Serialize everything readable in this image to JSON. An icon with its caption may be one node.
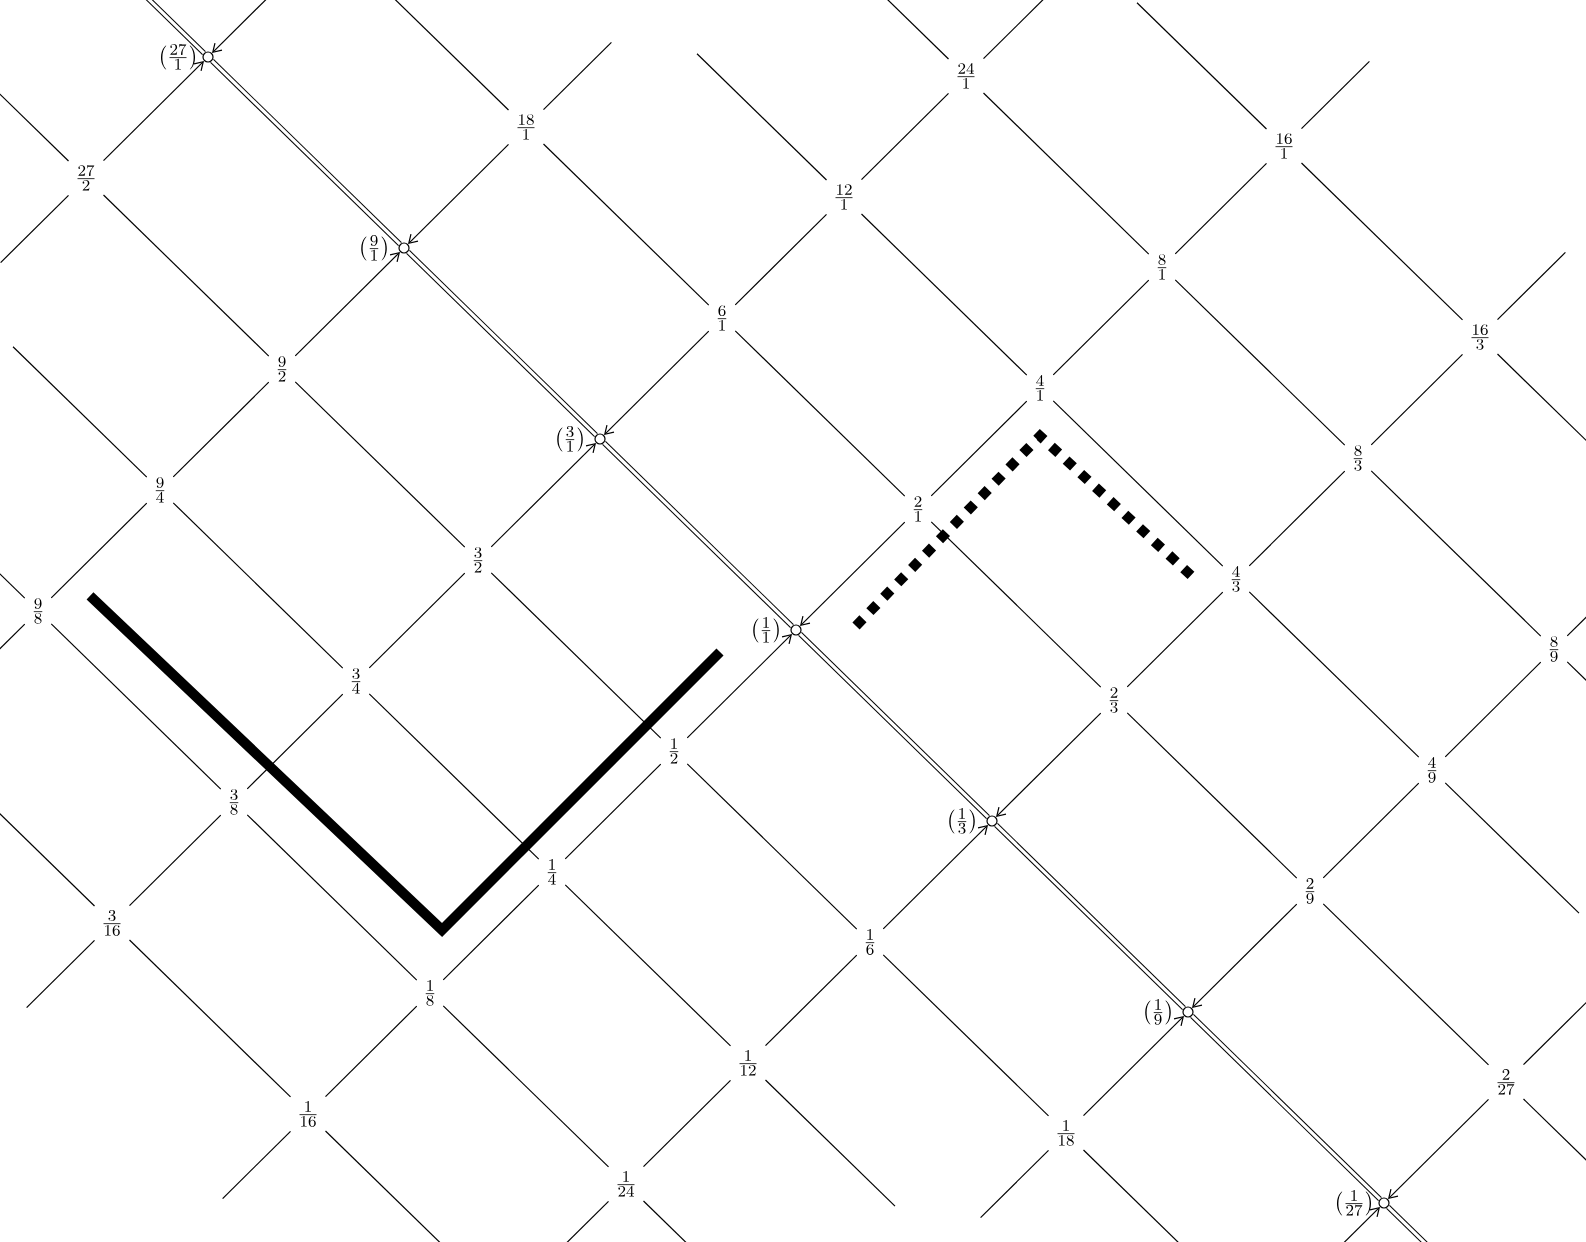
{
  "diagram": {
    "nodes": [
      {
        "text": [
          "\\left(\\frac{27}{1}\\right)"
        ]
      },
      {
        "text": [
          "\\frac{24}{1}"
        ]
      },
      {
        "text": [
          "\\frac{18}{1}"
        ]
      },
      {
        "text": [
          "\\frac{16}{1}"
        ]
      },
      {
        "text": [
          "\\frac{27}{2}"
        ]
      },
      {
        "text": [
          "\\frac{12}{1}"
        ]
      },
      {
        "text": [
          "\\left(\\frac{9}{1}\\right)"
        ]
      },
      {
        "text": [
          "\\frac{8}{1}"
        ]
      },
      {
        "text": [
          "\\frac{6}{1}"
        ]
      },
      {
        "text": [
          "\\frac{16}{3}"
        ]
      },
      {
        "text": [
          "\\frac{9}{2}"
        ]
      },
      {
        "text": [
          "\\frac{4}{1}"
        ]
      },
      {
        "text": [
          "\\left(\\frac{3}{1}\\right)"
        ]
      },
      {
        "text": [
          "\\frac{8}{3}"
        ]
      },
      {
        "text": [
          "\\frac{9}{4}"
        ]
      },
      {
        "text": [
          "\\frac{2}{1}"
        ]
      },
      {
        "text": [
          "\\frac{3}{2}"
        ]
      },
      {
        "text": [
          "\\frac{4}{3}"
        ]
      },
      {
        "text": [
          "\\frac{9}{8}"
        ]
      },
      {
        "text": [
          "\\left(\\frac{1}{1}\\right)"
        ]
      },
      {
        "text": [
          "\\frac{8}{9}"
        ]
      },
      {
        "text": [
          "\\frac{3}{4}"
        ]
      },
      {
        "text": [
          "\\frac{2}{3}"
        ]
      },
      {
        "text": [
          "\\frac{1}{2}"
        ]
      },
      {
        "text": [
          "\\frac{4}{9}"
        ]
      },
      {
        "text": [
          "\\frac{3}{8}"
        ]
      },
      {
        "text": [
          "\\left(\\frac{1}{3}\\right)"
        ]
      },
      {
        "text": [
          "\\frac{1}{4}"
        ]
      },
      {
        "text": [
          "\\frac{2}{9}"
        ]
      },
      {
        "text": [
          "\\frac{3}{16}"
        ]
      },
      {
        "text": [
          "\\frac{1}{6}"
        ]
      },
      {
        "text": [
          "\\frac{1}{8}"
        ]
      },
      {
        "text": [
          "\\left(\\frac{1}{9}\\right)"
        ]
      },
      {
        "text": [
          "\\frac{1}{12}"
        ]
      },
      {
        "text": [
          "\\frac{2}{27}"
        ]
      },
      {
        "text": [
          "\\frac{1}{16}"
        ]
      },
      {
        "text": [
          "\\frac{1}{18}"
        ]
      },
      {
        "text": [
          "\\frac{1}{24}"
        ]
      },
      {
        "text": [
          "\\left(\\frac{1}{27}\\right)"
        ]
      }
    ],
    "edges": [
      {
        "from": 4,
        "to": 0,
        "arrow": "to"
      },
      {
        "from": null,
        "to": 0,
        "arrow": "to"
      },
      {
        "from": 18,
        "to": 14,
        "arrow": "none"
      },
      {
        "from": 14,
        "to": 10,
        "arrow": "none"
      },
      {
        "from": 10,
        "to": 6,
        "arrow": "to"
      },
      {
        "from": 2,
        "to": 6,
        "arrow": "to"
      },
      {
        "from": 29,
        "to": 25,
        "arrow": "none"
      },
      {
        "from": 25,
        "to": 21,
        "arrow": "none"
      },
      {
        "from": 21,
        "to": 16,
        "arrow": "none"
      },
      {
        "from": 16,
        "to": 12,
        "arrow": "to"
      },
      {
        "from": 8,
        "to": 12,
        "arrow": "to"
      },
      {
        "from": 8,
        "to": 5,
        "arrow": "none"
      },
      {
        "from": 5,
        "to": 1,
        "arrow": "none"
      },
      {
        "from": 35,
        "to": 31,
        "arrow": "none"
      },
      {
        "from": 31,
        "to": 27,
        "arrow": "none"
      },
      {
        "from": 27,
        "to": 23,
        "arrow": "none"
      },
      {
        "from": 23,
        "to": 19,
        "arrow": "to"
      },
      {
        "from": 15,
        "to": 19,
        "arrow": "to"
      },
      {
        "from": 15,
        "to": 11,
        "arrow": "none"
      },
      {
        "from": 11,
        "to": 7,
        "arrow": "none"
      },
      {
        "from": 7,
        "to": 3,
        "arrow": "none"
      },
      {
        "from": 37,
        "to": 33,
        "arrow": "none"
      },
      {
        "from": 33,
        "to": 30,
        "arrow": "none"
      },
      {
        "from": 30,
        "to": 26,
        "arrow": "to"
      },
      {
        "from": 22,
        "to": 26,
        "arrow": "to"
      },
      {
        "from": 22,
        "to": 17,
        "arrow": "none"
      },
      {
        "from": 17,
        "to": 13,
        "arrow": "none"
      },
      {
        "from": 13,
        "to": 9,
        "arrow": "none"
      },
      {
        "from": 36,
        "to": 32,
        "arrow": "to"
      },
      {
        "from": 28,
        "to": 32,
        "arrow": "to"
      },
      {
        "from": 28,
        "to": 24,
        "arrow": "none"
      },
      {
        "from": 24,
        "to": 20,
        "arrow": "none"
      },
      {
        "from": null,
        "to": 38,
        "arrow": "to"
      },
      {
        "from": 34,
        "to": 38,
        "arrow": "to"
      },
      {
        "from": 36,
        "to": 30,
        "arrow": "none"
      },
      {
        "from": 30,
        "to": 23,
        "arrow": "none"
      },
      {
        "from": 23,
        "to": 16,
        "arrow": "none"
      },
      {
        "from": 16,
        "to": 10,
        "arrow": "none"
      },
      {
        "from": 10,
        "to": 4,
        "arrow": "none"
      },
      {
        "from": 33,
        "to": 27,
        "arrow": "none"
      },
      {
        "from": 27,
        "to": 21,
        "arrow": "none"
      },
      {
        "from": 21,
        "to": 14,
        "arrow": "none"
      },
      {
        "from": 37,
        "to": 31,
        "arrow": "none"
      },
      {
        "from": 31,
        "to": 25,
        "arrow": "none"
      },
      {
        "from": 25,
        "to": 18,
        "arrow": "none"
      },
      {
        "from": 35,
        "to": 29,
        "arrow": "none"
      },
      {
        "from": 34,
        "to": 28,
        "arrow": "none"
      },
      {
        "from": 28,
        "to": 22,
        "arrow": "none"
      },
      {
        "from": 22,
        "to": 15,
        "arrow": "none"
      },
      {
        "from": 15,
        "to": 8,
        "arrow": "none"
      },
      {
        "from": 8,
        "to": 2,
        "arrow": "none"
      },
      {
        "from": 24,
        "to": 17,
        "arrow": "none"
      },
      {
        "from": 17,
        "to": 11,
        "arrow": "none"
      },
      {
        "from": 11,
        "to": 5,
        "arrow": "none"
      },
      {
        "from": 20,
        "to": 13,
        "arrow": "none"
      },
      {
        "from": 13,
        "to": 7,
        "arrow": "none"
      },
      {
        "from": 7,
        "to": 1,
        "arrow": "none"
      },
      {
        "from": 9,
        "to": 3,
        "arrow": "none"
      },
      {
        "from": 38,
        "to": 32,
        "arrow": "none",
        "style": "thick"
      },
      {
        "from": 32,
        "to": 26,
        "arrow": "none",
        "style": "thick"
      },
      {
        "from": 26,
        "to": 19,
        "arrow": "none",
        "style": "thick"
      },
      {
        "from": 19,
        "to": 12,
        "arrow": "none",
        "style": "thick"
      },
      {
        "from": 12,
        "to": 6,
        "arrow": "none",
        "style": "thick"
      },
      {
        "from": 6,
        "to": 0,
        "arrow": "none",
        "style": "thick"
      }
    ]
  }
}
